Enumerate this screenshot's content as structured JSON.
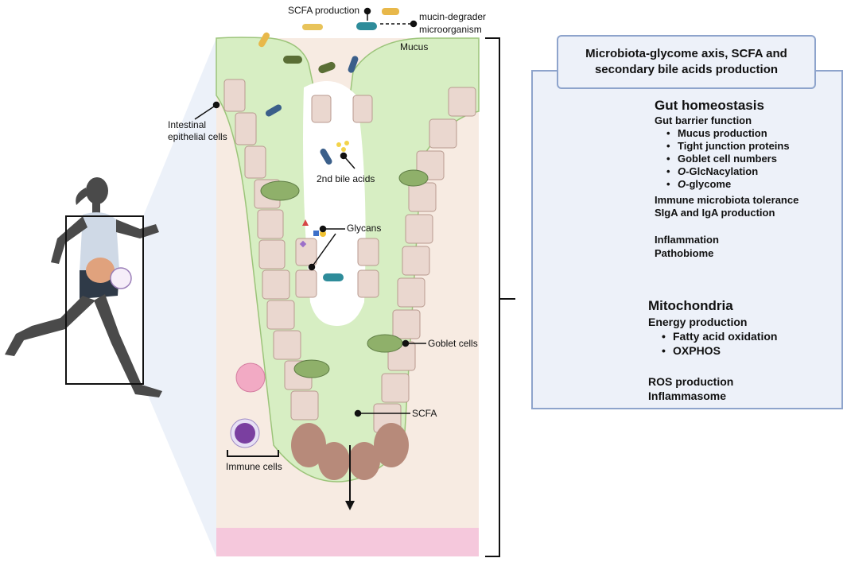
{
  "labels": {
    "scfa_production": "SCFA production",
    "mucin_degrader_1": "mucin-degrader",
    "mucin_degrader_2": "microorganism",
    "mucus": "Mucus",
    "intestinal_1": "Intestinal",
    "intestinal_2": "epithelial cells",
    "bile_acids": "2nd bile acids",
    "glycans": "Glycans",
    "goblet_cells": "Goblet cells",
    "scfa": "SCFA",
    "immune_cells": "Immune cells"
  },
  "panel": {
    "title": "Microbiota-glycome axis, SCFA and secondary bile acids production",
    "gut": {
      "heading": "Gut homeostasis",
      "up_header": "Gut barrier function",
      "up_items": [
        "Mucus production",
        "Tight junction proteins",
        "Goblet cell numbers",
        "GlcNacylation",
        "glycome"
      ],
      "o_prefix": "O",
      "up_extra": [
        "Immune microbiota tolerance",
        "SIgA and IgA production"
      ],
      "down_items": [
        "Inflammation",
        "Pathobiome"
      ]
    },
    "mito": {
      "heading": "Mitochondria",
      "up_header": "Energy production",
      "up_items": [
        "Fatty acid oxidation",
        "OXPHOS"
      ],
      "down_items": [
        "ROS production",
        "Inflammasome"
      ]
    }
  },
  "colors": {
    "mucus": "#d7eec3",
    "tissue": "#f7ebe2",
    "cell": "#ead7cf",
    "panel_bg": "#edf1f9",
    "panel_border": "#8ea4cc",
    "runner": "#4a4a4a"
  }
}
